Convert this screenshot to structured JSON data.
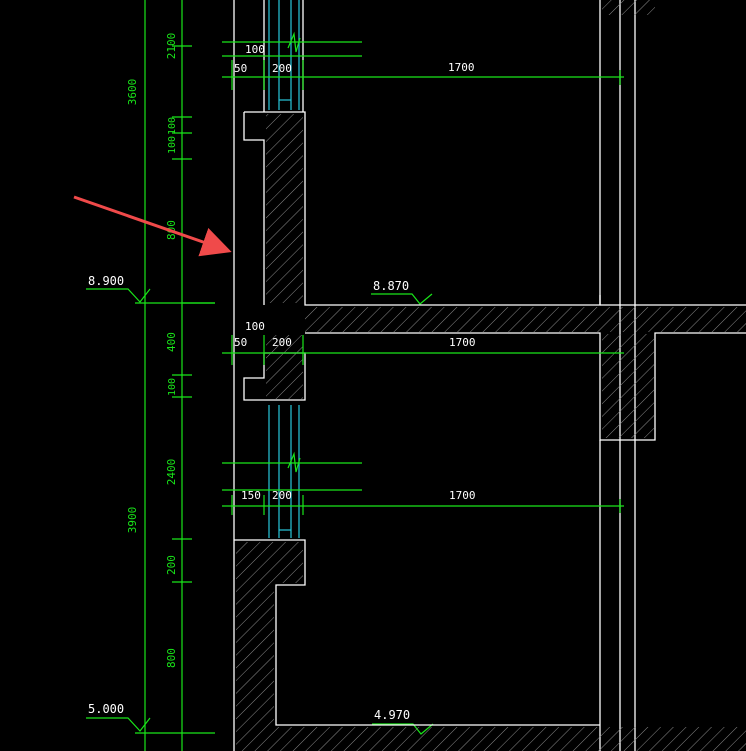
{
  "drawing": {
    "colors": {
      "background": "#000000",
      "dimension": "#19e619",
      "outline": "#ffffff",
      "glazing": "#28c8dc",
      "hatch": "#9a9a9a",
      "annotation_arrow": "#f04a4a"
    },
    "vertical_dims": {
      "overall_upper": "3600",
      "overall_lower": "3900",
      "segments": [
        "2100",
        "100",
        "100",
        "800",
        "400",
        "100",
        "2400",
        "200",
        "800"
      ]
    },
    "level_marks": [
      "8.900",
      "8.870",
      "5.000",
      "4.970"
    ],
    "horizontal_dims": {
      "row1": {
        "a": "100",
        "b": "50",
        "c": "200",
        "d": "1700"
      },
      "row2": {
        "a": "100",
        "b": "50",
        "c": "200",
        "d": "1700"
      },
      "row3": {
        "b": "150",
        "c": "200",
        "d": "1700"
      }
    },
    "callout": "arrow-pointing-to-wall-edge"
  }
}
